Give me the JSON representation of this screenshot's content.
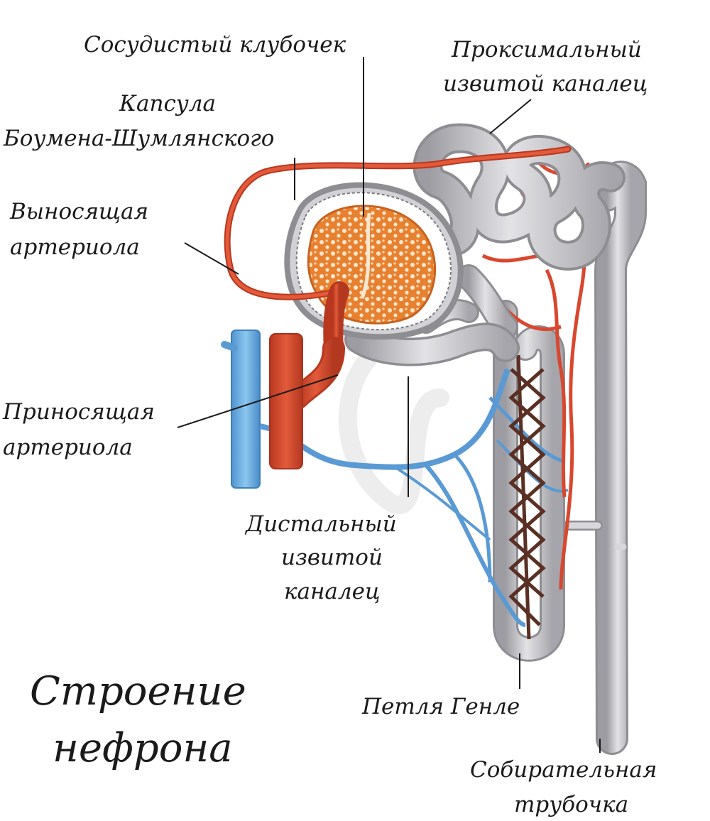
{
  "title": {
    "line1": "Строение",
    "line2": "нефрона"
  },
  "labels": {
    "glomerulus": "Сосудистый клубочек",
    "proximal_line1": "Проксимальный",
    "proximal_line2": "извитой каналец",
    "capsule_line1": "Капсула",
    "capsule_line2": "Боумена-Шумлянского",
    "efferent_line1": "Выносящая",
    "efferent_line2": "артериола",
    "afferent_line1": "Приносящая",
    "afferent_line2": "артериола",
    "distal_line1": "Дистальный",
    "distal_line2": "извитой",
    "distal_line3": "каналец",
    "henle": "Петля Генле",
    "collecting_line1": "Собирательная",
    "collecting_line2": "трубочка"
  },
  "colors": {
    "tubule": "#c9c9cc",
    "tubule_edge": "#8d8d92",
    "artery": "#d9472e",
    "artery_dark": "#a8321f",
    "vein": "#6aaee0",
    "vein_dark": "#3d7fb8",
    "glomerulus": "#e9863d",
    "capillary_dark": "#5a2f24"
  }
}
